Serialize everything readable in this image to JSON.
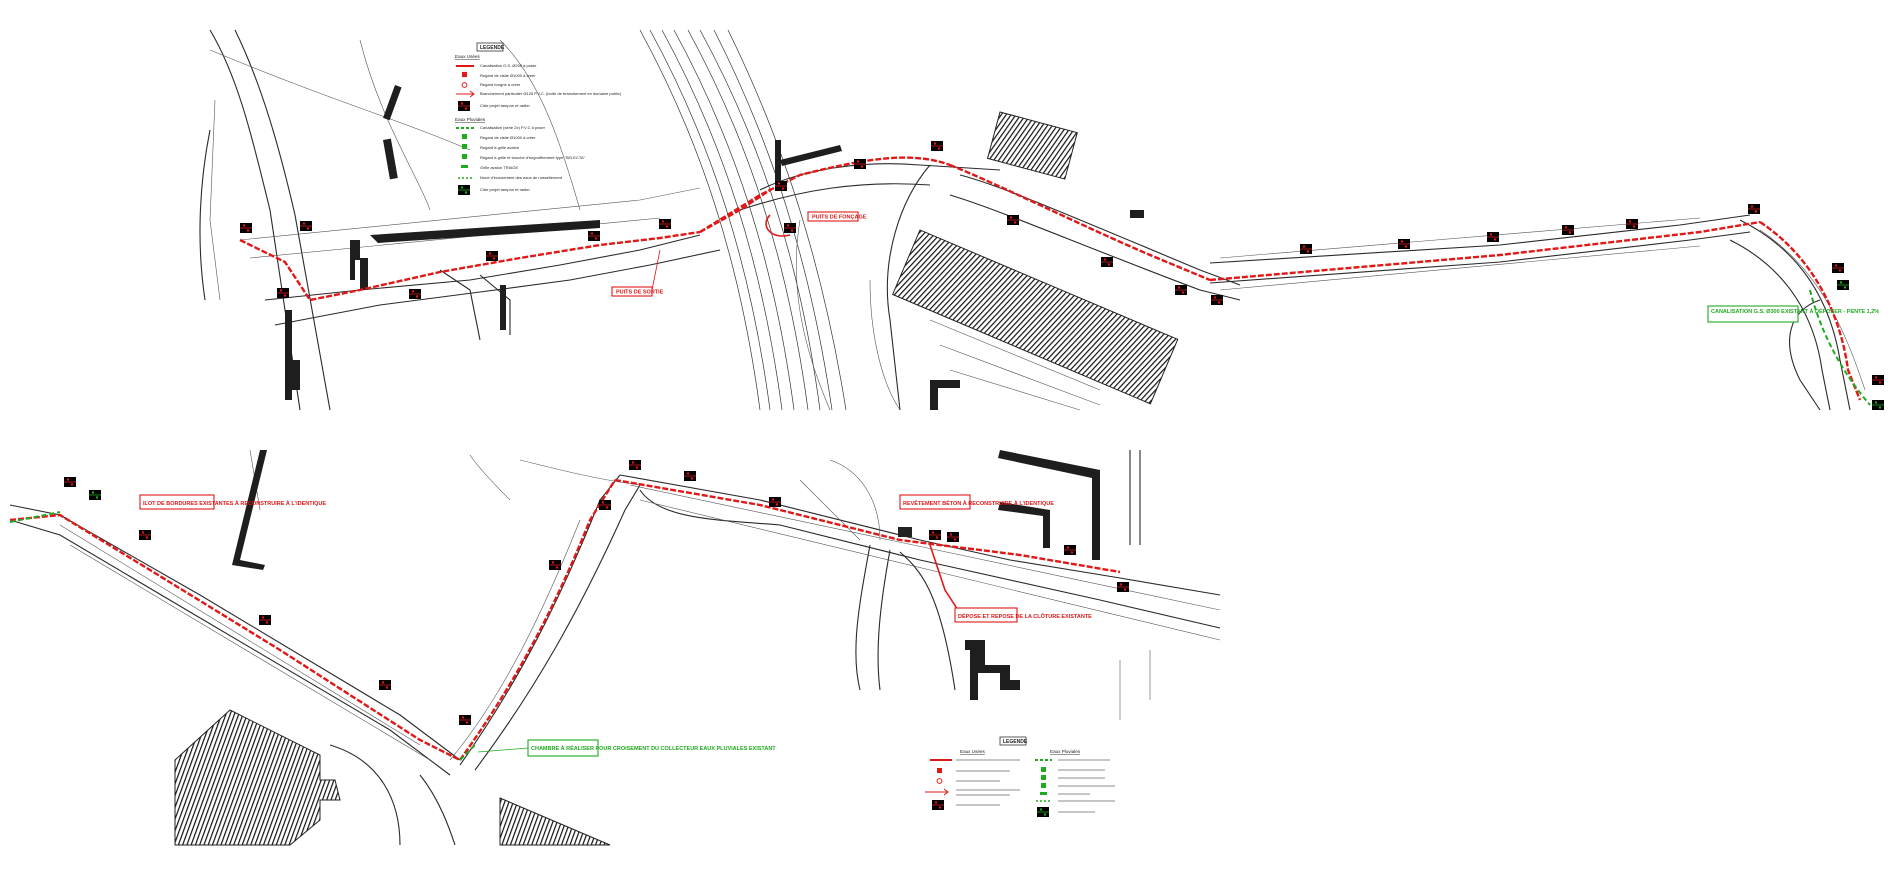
{
  "legend_top": {
    "title": "LEGENDE",
    "section_red": "Eaux Usées",
    "red_items": [
      "Canalisation G.S. Ø200 à poser",
      "Regard de visite Ø1000 à créer",
      "Regard borgne à créer",
      "Branchement particulier Ø125 P.V.C. (boîte de branchement en domaine public)",
      "Côte projet tampon et radier"
    ],
    "section_green": "Eaux Pluviales",
    "green_items": [
      "Canalisation (série 2x) P.V.C à poser",
      "Regard de visite Ø1000 à créer",
      "Regard à grille avaloir",
      "Regard à grille et bouche d'engouffrement type \"SELECTA\"",
      "Grille avaloir TRIAGE",
      "Noue d'écoulement des eaux de ruissellement",
      "Côte projet tampon et radier"
    ]
  },
  "legend_bottom": {
    "title": "LEGENDE",
    "section_red": "Eaux Usées",
    "section_green": "Eaux Pluviales"
  },
  "callouts": {
    "puits_sortie": "PUITS DE SORTIE",
    "puits_fonçage": "PUITS DE FONÇAGE",
    "canalisation": "CANALISATION G.S. Ø300 EXISTANT À DÉPOSER - PENTE 1,2%",
    "bordure": "ILOT DE BORDURES EXISTANTES À RECONSTRUIRE À L'IDENTIQUE",
    "revetement": "REVÊTEMENT BÉTON À RECONSTRUIRE À L'IDENTIQUE",
    "depose": "DÉPOSE ET REPOSE DE LA CLÔTURE EXISTANTE",
    "chambre": "CHAMBRE À RÉALISER POUR CROISEMENT DU COLLECTEUR EAUX PLUVIALES EXISTANT"
  },
  "colors": {
    "sewer_red": "#e01818",
    "storm_green": "#1faa1f",
    "linework": "#2a2a2a"
  },
  "icons": [
    "red-manhole-tag-icon",
    "green-manhole-tag-icon",
    "north-arrow-icon"
  ]
}
